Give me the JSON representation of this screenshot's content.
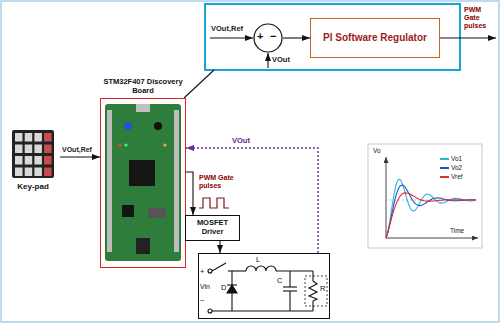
{
  "diagram": {
    "nodes": [
      {
        "text": [
          "+",
          "−"
        ]
      },
      {
        "text": [
          "PI Software Regulator"
        ]
      },
      {
        "text": [
          "Key-pad"
        ]
      },
      {
        "text": [
          "STM32F407 Discovery Board"
        ]
      },
      {
        "text": [
          "MOSFET Driver"
        ]
      },
      {
        "text": [
          "Vin",
          "D",
          "L",
          "C",
          "R",
          "+",
          "−"
        ]
      }
    ],
    "edges": [
      {
        "from": 2,
        "to": 3,
        "label": "VOut,Ref",
        "arrow": "to"
      },
      {
        "from": 0,
        "to": 1,
        "arrow": "to"
      },
      {
        "from": 3,
        "to": 4,
        "label": "PWM Gate pulses",
        "arrow": "to"
      },
      {
        "from": 4,
        "to": 5,
        "arrow": "to"
      },
      {
        "from": 5,
        "to": 3,
        "label": "VOut",
        "arrow": "to"
      }
    ],
    "labels": [
      "VOut,Ref",
      "VOut",
      "PWM Gate pulses",
      "Vo",
      "Time"
    ],
    "legend": [
      {
        "text": "Vo1",
        "color": "#29b6d8"
      },
      {
        "text": "Vo2",
        "color": "#1e50c8"
      },
      {
        "text": "Vref",
        "color": "#e0302a"
      }
    ]
  }
}
